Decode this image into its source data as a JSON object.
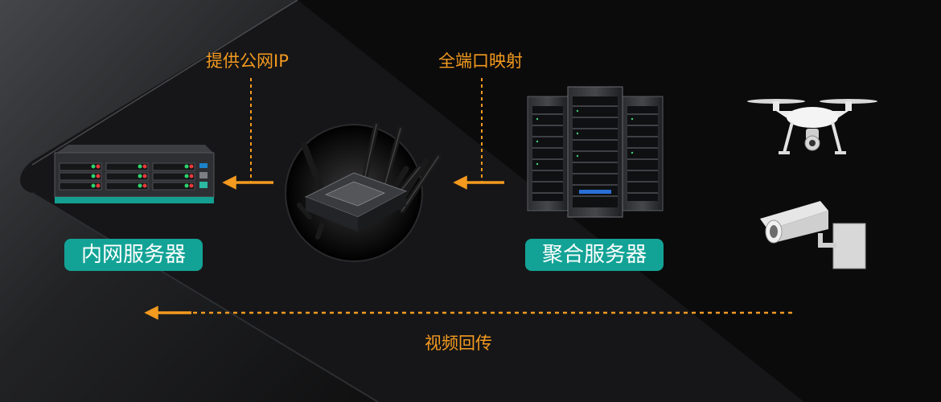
{
  "labels": {
    "public_ip": "提供公网IP",
    "port_mapping": "全端口映射",
    "video_return": "视频回传"
  },
  "nodes": {
    "intranet_server": "内网服务器",
    "aggregation_server": "聚合服务器"
  },
  "colors": {
    "accent": "#f39a1f",
    "badge": "#13a396",
    "background": "#0b0b0c"
  },
  "icons": [
    "rack-server-icon",
    "router-icon",
    "server-cluster-icon",
    "drone-icon",
    "cctv-camera-icon"
  ]
}
